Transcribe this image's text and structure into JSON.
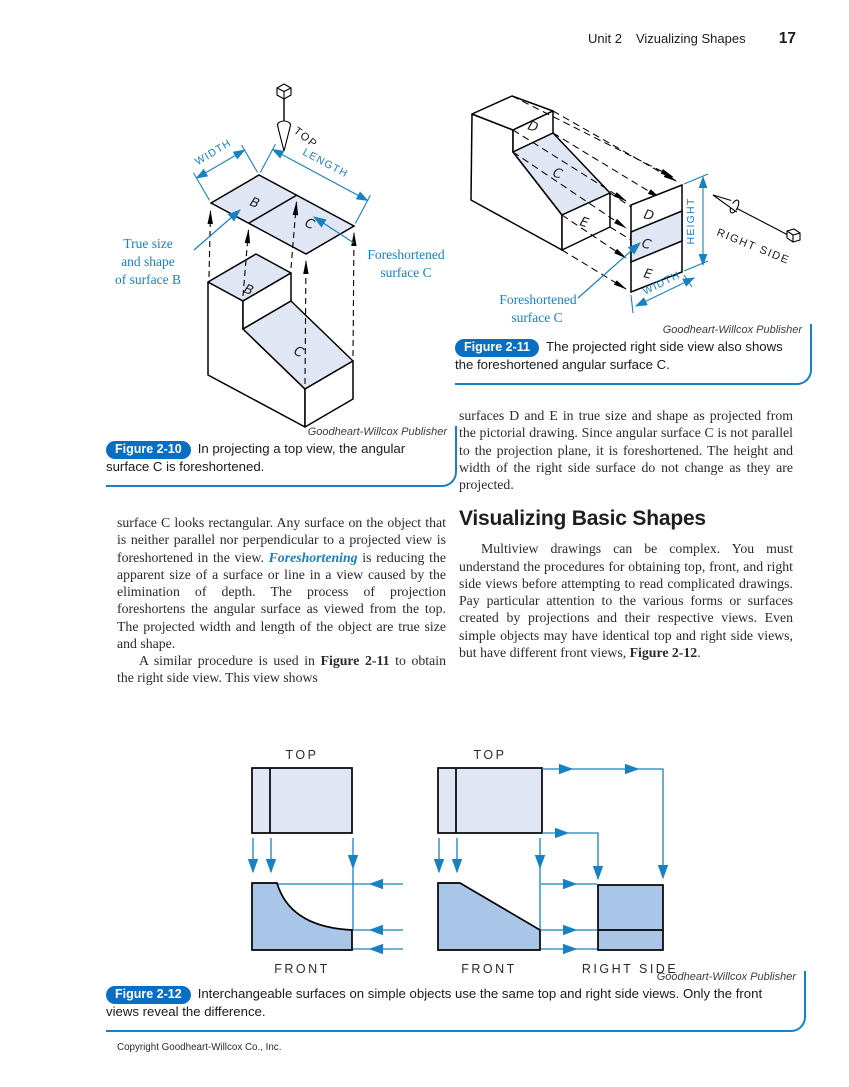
{
  "header": {
    "unit": "Unit 2",
    "title": "Vizualizing Shapes",
    "page_number": "17"
  },
  "fig10": {
    "top_pointer": "TOP",
    "dim_width": "WIDTH",
    "dim_length": "LENGTH",
    "plane_b": "B",
    "plane_c": "C",
    "obj_b": "B",
    "obj_c": "C",
    "callout_b": [
      "True size",
      "and shape",
      "of surface B"
    ],
    "callout_c": [
      "Foreshortened",
      "surface C"
    ],
    "credit": "Goodheart-Willcox Publisher",
    "badge": "Figure 2-10",
    "caption": "In projecting a top view, the angular surface C is foreshortened."
  },
  "fig11": {
    "obj_d": "D",
    "obj_c": "C",
    "obj_e": "E",
    "panel_d": "D",
    "panel_c": "C",
    "panel_e": "E",
    "dim_height": "HEIGHT",
    "dim_width": "WIDTH",
    "pointer": "RIGHT  SIDE",
    "callout_c": [
      "Foreshortened",
      "surface C"
    ],
    "credit": "Goodheart-Willcox Publisher",
    "badge": "Figure 2-11",
    "caption": "The projected right side view also shows the foreshortened angular surface C."
  },
  "body": {
    "col1_p1_pre": "surface C looks rectangular. Any surface on the object that is neither parallel nor perpendicular to a projected view is foreshortened in the view. ",
    "col1_p1_term": "Foreshortening",
    "col1_p1_post": " is reducing the apparent size of a surface or line in a view caused by the elimination of depth. The process of projection foreshortens the angular surface as viewed from the top. The projected width and length of the object are true size and shape.",
    "col1_p2_pre": "A similar procedure is used in ",
    "col1_p2_bold": "Figure 2-11",
    "col1_p2_post": " to obtain the right side view. This view shows",
    "col2_p1": "surfaces D and E in true size and shape as projected from the pictorial drawing. Since angular surface C is not parallel to the projection plane, it is foreshortened. The height and width of the right side surface do not change as they are projected.",
    "heading": "Visualizing Basic Shapes",
    "col2_p2_pre": "Multiview drawings can be complex. You must understand the procedures for obtaining top, front, and right side views before attempting to read complicated drawings. Pay particular attention to the various forms or surfaces created by projections and their respective views. Even simple objects may have identical top and right side views, but have different front views, ",
    "col2_p2_bold": "Figure 2-12",
    "col2_p2_post": "."
  },
  "fig12": {
    "top1": "TOP",
    "top2": "TOP",
    "front1": "FRONT",
    "front2": "FRONT",
    "right_side": "RIGHT  SIDE",
    "credit": "Goodheart-Willcox Publisher",
    "badge": "Figure 2-12",
    "caption": "Interchangeable surfaces on simple objects use the same top and right side views. Only the front views reveal the difference."
  },
  "footer": "Copyright Goodheart-Willcox Co., Inc.",
  "colors": {
    "accent": "#1681c4",
    "badge_blue": "#0a6fc2",
    "fill_light": "#e0e6f4",
    "fill_medium": "#a9c6e8"
  }
}
